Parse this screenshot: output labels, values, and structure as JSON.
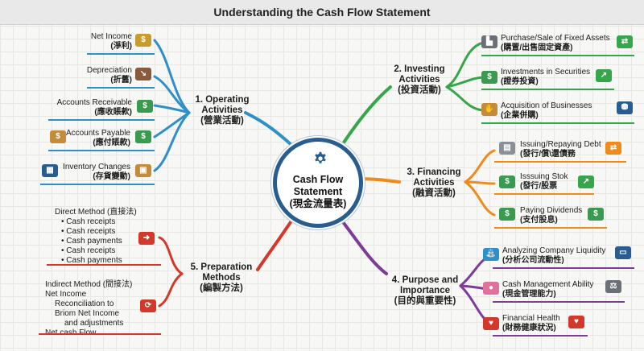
{
  "title": "Understanding the Cash Flow Statement",
  "center": {
    "line1": "Cash Flow",
    "line2": "Statement",
    "line3": "(現金流量表)"
  },
  "operating": {
    "heading": [
      "1. Operating",
      "Activities",
      "(營業活動)"
    ],
    "items": [
      {
        "en": "Net Income",
        "zh": "(淨利)"
      },
      {
        "en": "Depreciation",
        "zh": "(折舊)"
      },
      {
        "en": "Accounts Receivable",
        "zh": "(應收賬款)"
      },
      {
        "en": "Accounts Payable",
        "zh": "(應付賬款)"
      },
      {
        "en": "Inventory Changes",
        "zh": "(存貨變動)"
      }
    ]
  },
  "investing": {
    "heading": [
      "2. Investing",
      "Activities",
      "(投資活動)"
    ],
    "items": [
      {
        "en": "Purchase/Sale of Fixed Assets",
        "zh": "(購置/出售固定資產)"
      },
      {
        "en": "Investments in Securities",
        "zh": "(證券投資)"
      },
      {
        "en": "Acquisition of Businesses",
        "zh": "(企業併購)"
      }
    ]
  },
  "financing": {
    "heading": [
      "3. Financing",
      "Activities",
      "(融資活動)"
    ],
    "items": [
      {
        "en": "Issuing/Repaying Debt",
        "zh": "(發行/償\\還債務"
      },
      {
        "en": "Isssuing Stok",
        "zh": "(發行/股票"
      },
      {
        "en": "Paying Dividends",
        "zh": "(支付股息)"
      }
    ]
  },
  "purpose": {
    "heading": [
      "4. Purpose and",
      "Importance",
      "(目的與重要性)"
    ],
    "items": [
      {
        "en": "Analyzing Company Liquidity",
        "zh": "(分析公司流動性)"
      },
      {
        "en": "Cash Management Ability",
        "zh": "(現金管理能力)"
      },
      {
        "en": "Financial Health",
        "zh": "(財務健康狀況)"
      }
    ]
  },
  "preparation": {
    "heading": [
      "5. Preparation",
      "Methods",
      "(編製方法)"
    ],
    "direct": {
      "title": "Direct Method (直接法)",
      "lines": [
        "• Cash receipts",
        "• Cash receipts",
        "• Cash payments",
        "• Cash receipts",
        "• Cash payments"
      ]
    },
    "indirect": {
      "title": "Indirect Method (間接法)",
      "lines": [
        "Net Income",
        "Reconciliation to",
        "Briom Net Income",
        "and adjustments",
        "Net cash Flow"
      ]
    }
  },
  "colors": {
    "operating": "#2f8fc9",
    "investing": "#35a64a",
    "financing": "#ef8a1c",
    "purpose": "#7d3c98",
    "preparation": "#d2392b",
    "center": "#2a5d8f"
  }
}
